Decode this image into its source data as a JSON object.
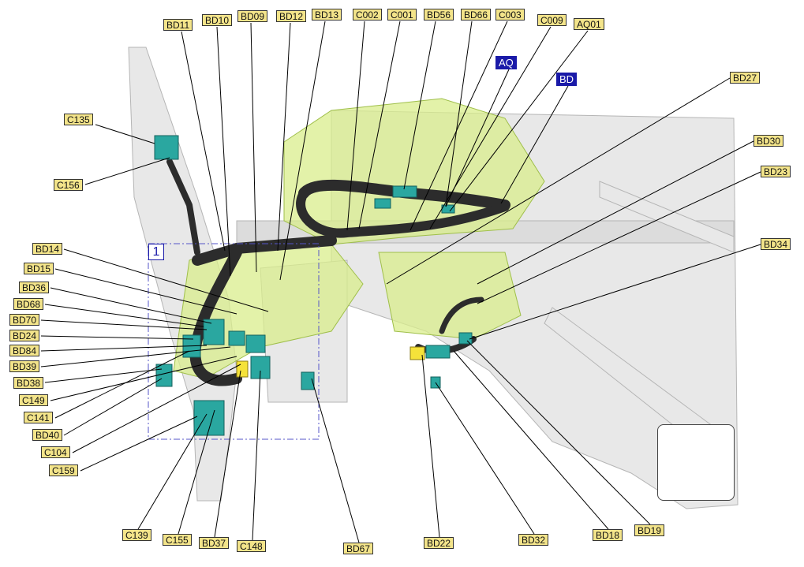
{
  "region_number": "1",
  "tags": [
    {
      "id": "aq",
      "text": "AQ"
    },
    {
      "id": "bd",
      "text": "BD"
    }
  ],
  "labels": [
    {
      "id": "bd11",
      "text": "BD11"
    },
    {
      "id": "bd10",
      "text": "BD10"
    },
    {
      "id": "bd09",
      "text": "BD09"
    },
    {
      "id": "bd12",
      "text": "BD12"
    },
    {
      "id": "bd13",
      "text": "BD13"
    },
    {
      "id": "c002",
      "text": "C002"
    },
    {
      "id": "c001",
      "text": "C001"
    },
    {
      "id": "bd56",
      "text": "BD56"
    },
    {
      "id": "bd66",
      "text": "BD66"
    },
    {
      "id": "c003",
      "text": "C003"
    },
    {
      "id": "c009",
      "text": "C009"
    },
    {
      "id": "aq01",
      "text": "AQ01"
    },
    {
      "id": "c135",
      "text": "C135"
    },
    {
      "id": "c156",
      "text": "C156"
    },
    {
      "id": "bd27",
      "text": "BD27"
    },
    {
      "id": "bd30",
      "text": "BD30"
    },
    {
      "id": "bd23",
      "text": "BD23"
    },
    {
      "id": "bd34",
      "text": "BD34"
    },
    {
      "id": "bd14",
      "text": "BD14"
    },
    {
      "id": "bd15",
      "text": "BD15"
    },
    {
      "id": "bd36",
      "text": "BD36"
    },
    {
      "id": "bd68",
      "text": "BD68"
    },
    {
      "id": "bd70",
      "text": "BD70"
    },
    {
      "id": "bd24",
      "text": "BD24"
    },
    {
      "id": "bd84",
      "text": "BD84"
    },
    {
      "id": "bd39",
      "text": "BD39"
    },
    {
      "id": "bd38",
      "text": "BD38"
    },
    {
      "id": "c149",
      "text": "C149"
    },
    {
      "id": "c141",
      "text": "C141"
    },
    {
      "id": "bd40",
      "text": "BD40"
    },
    {
      "id": "c104",
      "text": "C104"
    },
    {
      "id": "c159",
      "text": "C159"
    },
    {
      "id": "c139",
      "text": "C139"
    },
    {
      "id": "c155",
      "text": "C155"
    },
    {
      "id": "bd37",
      "text": "BD37"
    },
    {
      "id": "c148",
      "text": "C148"
    },
    {
      "id": "bd67",
      "text": "BD67"
    },
    {
      "id": "bd22",
      "text": "BD22"
    },
    {
      "id": "bd32",
      "text": "BD32"
    },
    {
      "id": "bd18",
      "text": "BD18"
    },
    {
      "id": "bd19",
      "text": "BD19"
    }
  ]
}
